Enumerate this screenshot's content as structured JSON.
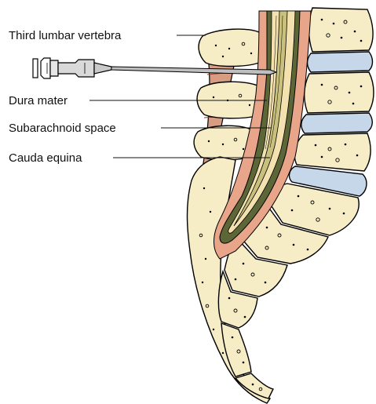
{
  "labels": {
    "third_lumbar_vertebra": "Third lumbar vertebra",
    "dura_mater": "Dura mater",
    "subarachnoid_space": "Subarachnoid space",
    "cauda_equina": "Cauda equina"
  },
  "colors": {
    "bone": "#f6ecc6",
    "disc": "#c6d7ea",
    "muscle_ligament": "#d89c83",
    "dura": "#5d6636",
    "subarachnoid": "#f3e2b0",
    "cauda_equina": "#c8c07c",
    "needle_metal": "#c9c9c9"
  },
  "icons": {
    "needle": "spinal-needle-icon"
  }
}
